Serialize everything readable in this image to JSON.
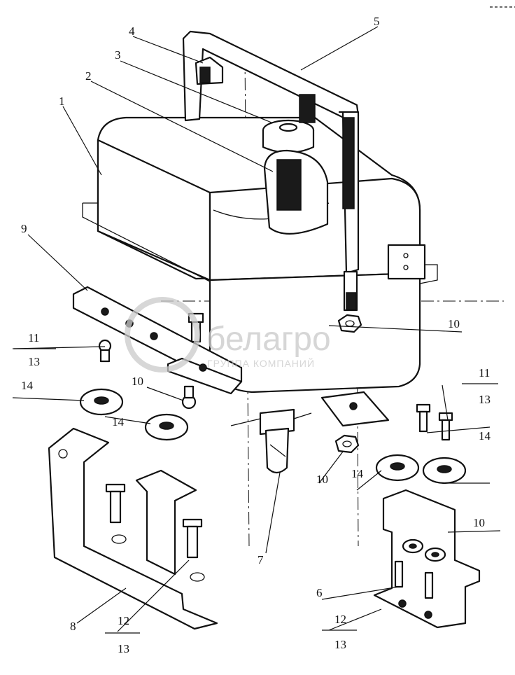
{
  "watermark": {
    "brand": "белагро",
    "subtitle": "ГРУППА КОМПАНИЙ"
  },
  "callouts": [
    {
      "id": "c1",
      "text": "1"
    },
    {
      "id": "c2",
      "text": "2"
    },
    {
      "id": "c3",
      "text": "3"
    },
    {
      "id": "c4",
      "text": "4"
    },
    {
      "id": "c5",
      "text": "5"
    },
    {
      "id": "c6",
      "text": "6"
    },
    {
      "id": "c7",
      "text": "7"
    },
    {
      "id": "c8",
      "text": "8"
    },
    {
      "id": "c9",
      "text": "9"
    },
    {
      "id": "c10a",
      "text": "10"
    },
    {
      "id": "c10b",
      "text": "10"
    },
    {
      "id": "c10c",
      "text": "10"
    },
    {
      "id": "c10d",
      "text": "10"
    },
    {
      "id": "c11a",
      "text": "11"
    },
    {
      "id": "c13a",
      "text": "13"
    },
    {
      "id": "c11b",
      "text": "11"
    },
    {
      "id": "c13b",
      "text": "13"
    },
    {
      "id": "c14a",
      "text": "14"
    },
    {
      "id": "c14b",
      "text": "14"
    },
    {
      "id": "c14c",
      "text": "14"
    },
    {
      "id": "c14d",
      "text": "14"
    },
    {
      "id": "c12a",
      "text": "12"
    },
    {
      "id": "c13c",
      "text": "13"
    },
    {
      "id": "c12b",
      "text": "12"
    },
    {
      "id": "c13d",
      "text": "13"
    }
  ]
}
